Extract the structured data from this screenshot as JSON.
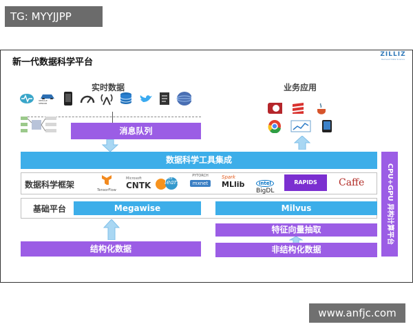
{
  "tag": "TG: MYYJJPP",
  "watermark": "www.anfjc.com",
  "title": "新一代数据科学平台",
  "logo": {
    "name": "ZILLIZ",
    "tagline": "Reinvent Data Science"
  },
  "realtime": {
    "label": "实时数据",
    "icons": [
      "heartbeat-sensor",
      "vehicle-sensor",
      "smartphone",
      "speedometer",
      "wifi-tower",
      "database",
      "twitter-bird",
      "document",
      "globe"
    ],
    "vehicle_text": "VEHICLE SENSOR"
  },
  "message_queue": "消息队列",
  "business": {
    "label": "业务应用",
    "icons": [
      "rails-app",
      "scala-app",
      "java-app",
      "chrome-browser",
      "line-chart-app",
      "tablet-app"
    ]
  },
  "toolset": "数据科学工具集成",
  "frameworks": {
    "label": "数据科学框架",
    "items": [
      {
        "name": "TensorFlow"
      },
      {
        "name": "CNTK",
        "prefix": "Microsoft"
      },
      {
        "name": "learn",
        "prefix": "scikit"
      },
      {
        "name": "mxnet"
      },
      {
        "name": "PYTORCH"
      },
      {
        "name": "MLlib",
        "prefix": "Spark"
      },
      {
        "name": "BigDL",
        "prefix": "intel"
      },
      {
        "name": "RAPIDS"
      },
      {
        "name": "Caffe"
      }
    ]
  },
  "base_platform": {
    "label": "基础平台",
    "megawise": "Megawise",
    "milvus": "Milvus"
  },
  "feature_extract": "特征向量抽取",
  "structured": "结构化数据",
  "unstructured": "非结构化数据",
  "side_label": "CPU+GPU 异构计算平台",
  "colors": {
    "purple": "#9b5de5",
    "blue": "#3daee9",
    "light_blue": "#c9e6f8",
    "light_purple": "#c8a9f0"
  }
}
